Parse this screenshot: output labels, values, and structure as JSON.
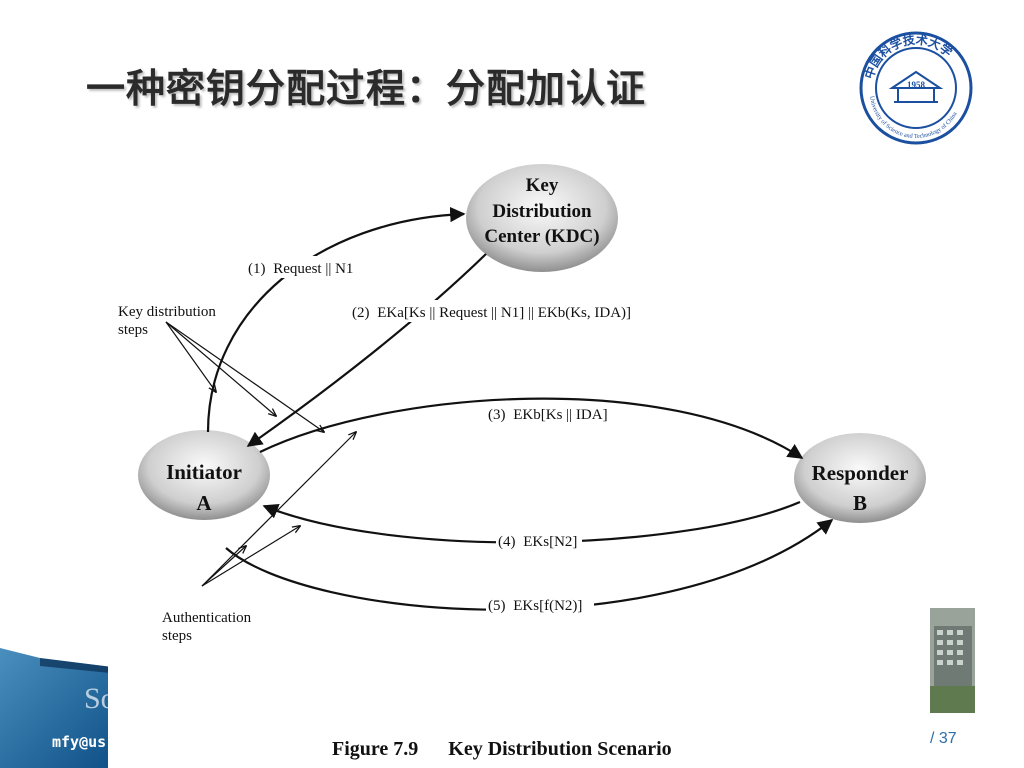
{
  "slide": {
    "title": "一种密钥分配过程：分配加认证",
    "footer_left": "So",
    "footer_email": "mfy@us",
    "page_number": "/ 37"
  },
  "logo": {
    "year": "1958",
    "ring_text_top": "中国科学技术大学",
    "ring_text_bottom": "University of Science and Technology of China",
    "color": "#1b4fa0"
  },
  "figure": {
    "caption_number": "Figure 7.9",
    "caption_title": "Key Distribution Scenario",
    "nodes": {
      "kdc": {
        "line1": "Key",
        "line2": "Distribution",
        "line3": "Center (KDC)"
      },
      "initiator": {
        "line1": "Initiator",
        "line2": "A"
      },
      "responder": {
        "line1": "Responder",
        "line2": "B"
      }
    },
    "side_labels": {
      "key_distribution": {
        "line1": "Key distribution",
        "line2": "steps"
      },
      "authentication": {
        "line1": "Authentication",
        "line2": "steps"
      }
    },
    "messages": [
      {
        "num": "(1)",
        "text": "Request || N1"
      },
      {
        "num": "(2)",
        "text": "EKa[Ks || Request || N1] || EKb(Ks, IDA)]"
      },
      {
        "num": "(3)",
        "text": "EKb[Ks || IDA]"
      },
      {
        "num": "(4)",
        "text": "EKs[N2]"
      },
      {
        "num": "(5)",
        "text": "EKs[f(N2)]"
      }
    ]
  }
}
